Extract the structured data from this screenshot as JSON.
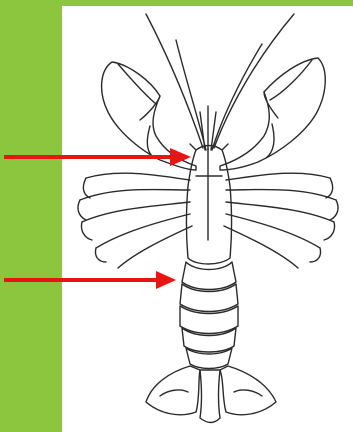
{
  "colors": {
    "accent_band": "#8cc63f",
    "arrow": "#e81515",
    "line_art": "#2b2b2b",
    "background": "#ffffff"
  },
  "diagram": {
    "subject": "crayfish-dorsal-line-drawing",
    "arrows": [
      {
        "name": "arrow-to-head",
        "direction": "right"
      },
      {
        "name": "arrow-to-abdomen-start",
        "direction": "right"
      }
    ]
  }
}
